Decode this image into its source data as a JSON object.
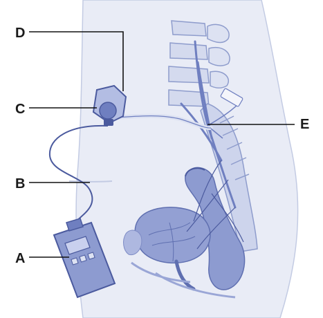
{
  "labels": {
    "a": "A",
    "b": "B",
    "c": "C",
    "d": "D",
    "e": "E"
  },
  "colors": {
    "body_fill": "#e9ecf6",
    "body_outline": "#b8c0dc",
    "organ_fill": "#8d9bd0",
    "organ_dark": "#5f6fb0",
    "line": "#4b5a9e",
    "leader": "#111111"
  }
}
